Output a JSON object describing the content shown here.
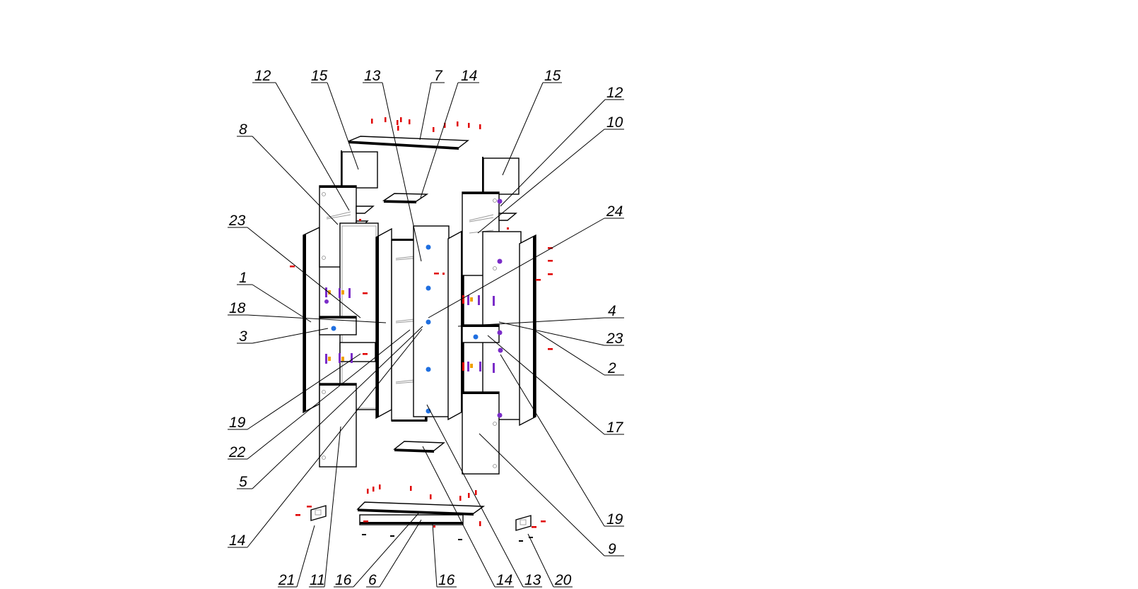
{
  "diagram": {
    "callouts": [
      {
        "id": "c12a",
        "label": "12"
      },
      {
        "id": "c15a",
        "label": "15"
      },
      {
        "id": "c13a",
        "label": "13"
      },
      {
        "id": "c7",
        "label": "7"
      },
      {
        "id": "c14a",
        "label": "14"
      },
      {
        "id": "c15b",
        "label": "15"
      },
      {
        "id": "c12b",
        "label": "12"
      },
      {
        "id": "c10",
        "label": "10"
      },
      {
        "id": "c8",
        "label": "8"
      },
      {
        "id": "c24",
        "label": "24"
      },
      {
        "id": "c23a",
        "label": "23"
      },
      {
        "id": "c1",
        "label": "1"
      },
      {
        "id": "c18",
        "label": "18"
      },
      {
        "id": "c3",
        "label": "3"
      },
      {
        "id": "c4",
        "label": "4"
      },
      {
        "id": "c23b",
        "label": "23"
      },
      {
        "id": "c2",
        "label": "2"
      },
      {
        "id": "c17",
        "label": "17"
      },
      {
        "id": "c19a",
        "label": "19"
      },
      {
        "id": "c22",
        "label": "22"
      },
      {
        "id": "c5",
        "label": "5"
      },
      {
        "id": "c19b",
        "label": "19"
      },
      {
        "id": "c14b",
        "label": "14"
      },
      {
        "id": "c9",
        "label": "9"
      },
      {
        "id": "c21",
        "label": "21"
      },
      {
        "id": "c11",
        "label": "11"
      },
      {
        "id": "c16a",
        "label": "16"
      },
      {
        "id": "c6",
        "label": "6"
      },
      {
        "id": "c16b",
        "label": "16"
      },
      {
        "id": "c14c",
        "label": "14"
      },
      {
        "id": "c13b",
        "label": "13"
      },
      {
        "id": "c20",
        "label": "20"
      }
    ]
  }
}
